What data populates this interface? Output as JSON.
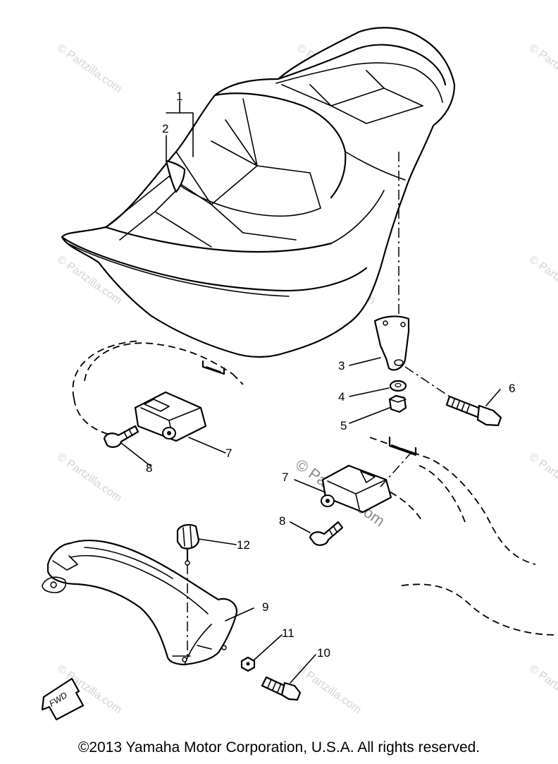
{
  "copyright": "©2013  Yamaha Motor Corporation, U.S.A. All rights reserved.",
  "watermark_text": "© Partzilla.com",
  "watermark_center": "© Partzilla.com",
  "fwd_label": "FWD",
  "callouts": {
    "c1": "1",
    "c2": "2",
    "c3": "3",
    "c4": "4",
    "c5": "5",
    "c6": "6",
    "c7a": "7",
    "c7b": "7",
    "c8a": "8",
    "c8b": "8",
    "c9": "9",
    "c10": "10",
    "c11": "11",
    "c12": "12"
  }
}
